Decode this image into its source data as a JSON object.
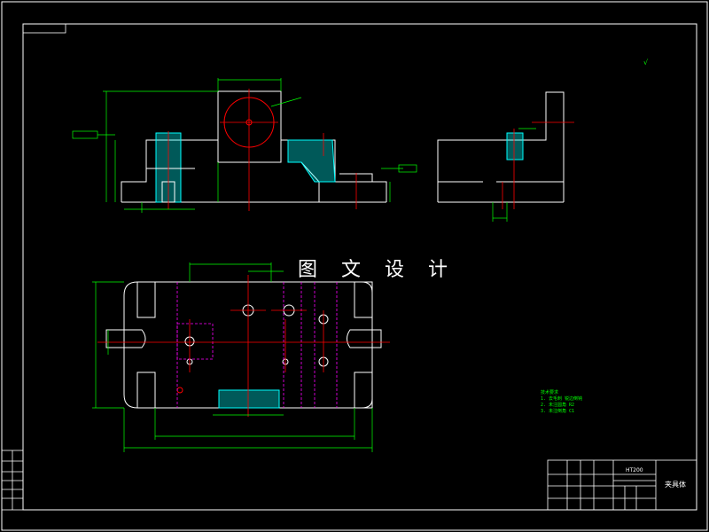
{
  "watermark": "图 文 设 计",
  "title_block": {
    "part_name": "夹具体",
    "material": "HT200"
  },
  "technical_requirements": {
    "heading": "技术要求",
    "items": [
      "1. 去毛刺 锐边倒钝",
      "2. 未注圆角 R2",
      "3. 未注倒角 C1"
    ]
  },
  "surface_roughness_symbol": "√",
  "colors": {
    "outline": "#ffffff",
    "dimension": "#00ff00",
    "center_line": "#ff0000",
    "hidden_line": "#ff00ff",
    "hatch": "#00ffff",
    "background": "#000000"
  }
}
